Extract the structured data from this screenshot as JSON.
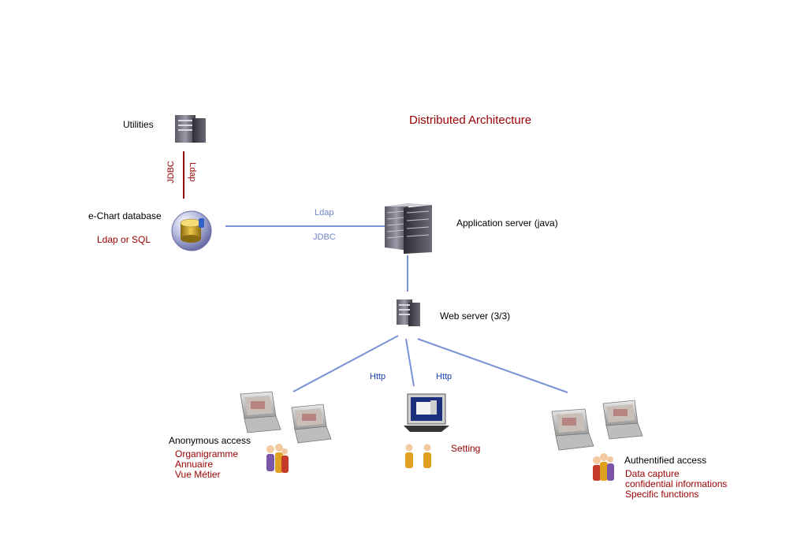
{
  "title": "Distributed Architecture",
  "nodes": {
    "utilities": {
      "label": "Utilities",
      "icon": "server-tower-icon"
    },
    "database": {
      "label": "e-Chart database",
      "sublabel": "Ldap or SQL",
      "icon": "database-icon"
    },
    "app_server": {
      "label": "Application server  (java)",
      "icon": "rack-server-icon"
    },
    "web_server": {
      "label": "Web server (3/3)",
      "icon": "server-tower-icon"
    },
    "anonymous": {
      "label": "Anonymous access",
      "items": [
        "Organigramme",
        "Annuaire",
        "Vue Métier"
      ],
      "icon": "laptop-icon"
    },
    "setting": {
      "label": "Setting",
      "icon": "monitor-icon"
    },
    "authentified": {
      "label": "Authentified access",
      "items": [
        "Data capture",
        "confidential informations",
        "Specific functions"
      ],
      "icon": "laptop-icon"
    }
  },
  "links": {
    "utilities_db": {
      "label_a": "JDBC",
      "label_b": "Ldap"
    },
    "db_app": {
      "label_a": "Ldap",
      "label_b": "JDBC"
    },
    "web_clients": {
      "label_a": "Http",
      "label_b": "Http"
    }
  },
  "colors": {
    "accent": "#990000",
    "link": "#7b93d6",
    "link_red": "#990000",
    "http": "#1a3fa8"
  }
}
